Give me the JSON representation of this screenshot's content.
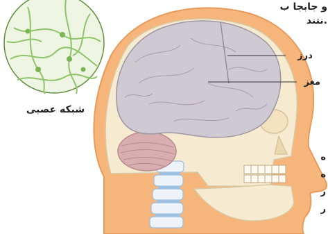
{
  "header_text": {
    "line1": "و جابجا ب",
    "line2": "نتند."
  },
  "labels": {
    "suture": "درز",
    "brain": "مغز",
    "neural_network": "شبکه عصبی"
  },
  "side_text": [
    "ه",
    "ه",
    "ر",
    "ر"
  ],
  "colors": {
    "skin": "#f6b57a",
    "skull": "#f6ead0",
    "brain": "#cfc9d3",
    "cerebellum": "#d9aeb0",
    "neuron_bg": "#eef5e2",
    "neuron": "#8fc46a",
    "spine": "#9ebfe0"
  }
}
